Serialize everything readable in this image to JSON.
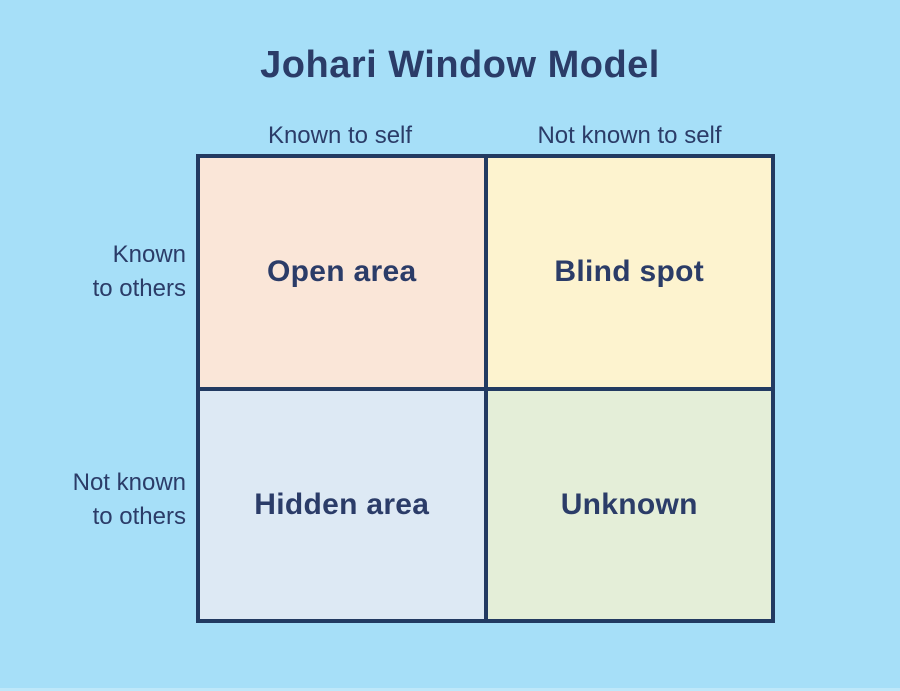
{
  "title": "Johari Window Model",
  "columns": [
    {
      "label": "Known to self"
    },
    {
      "label": "Not known to self"
    }
  ],
  "rows": [
    {
      "label": "Known\nto others"
    },
    {
      "label": "Not known\nto others"
    }
  ],
  "quadrants": [
    {
      "label": "Open area",
      "color": "#fae6d8"
    },
    {
      "label": "Blind spot",
      "color": "#fdf3cf"
    },
    {
      "label": "Hidden area",
      "color": "#dde9f4"
    },
    {
      "label": "Unknown",
      "color": "#e4eed8"
    }
  ],
  "colors": {
    "background": "#a6dff8",
    "grid_border": "#223a61",
    "text": "#2b3c68"
  }
}
